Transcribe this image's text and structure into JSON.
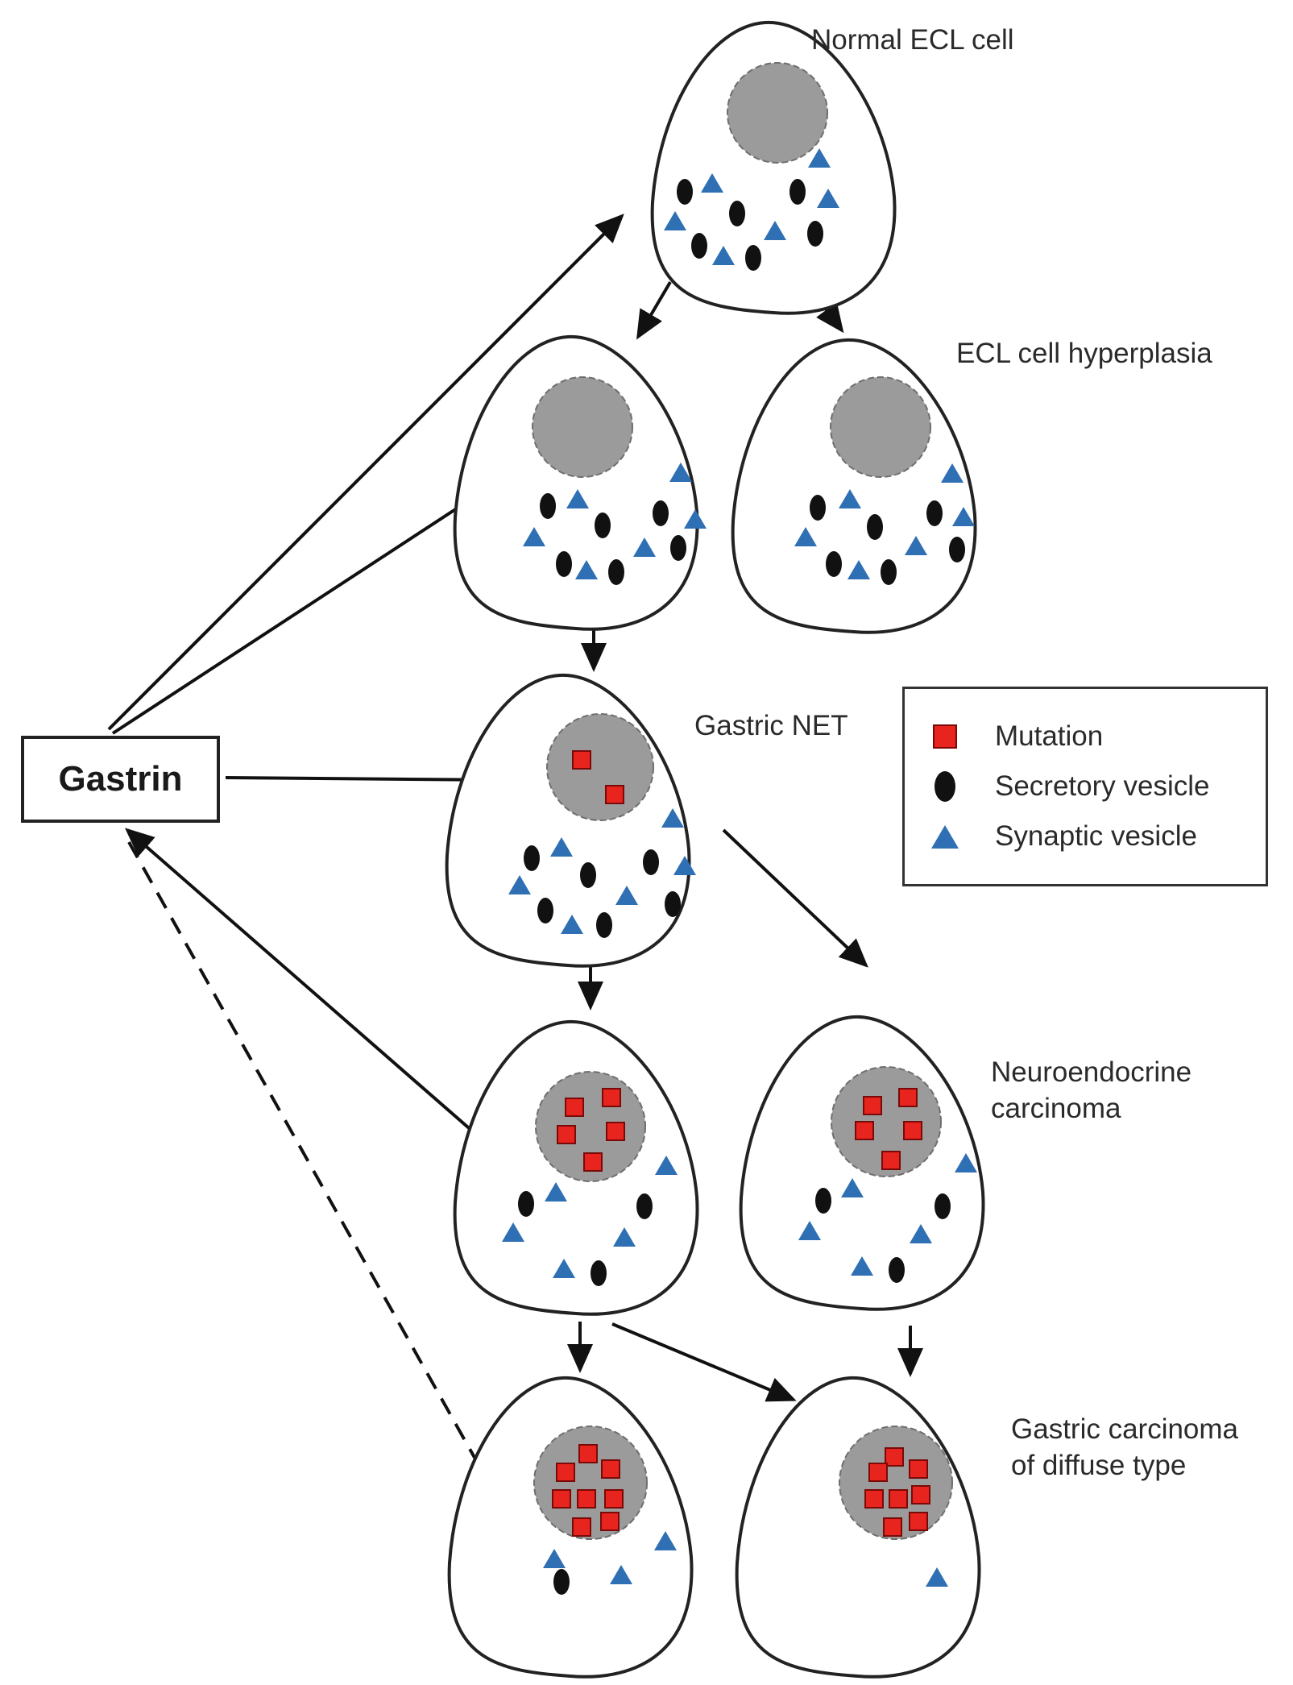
{
  "gastrin": {
    "label": "Gastrin"
  },
  "stages": {
    "normal": "Normal ECL cell",
    "hyperplasia": "ECL cell hyperplasia",
    "net": "Gastric NET",
    "nec_line1": "Neuroendocrine",
    "nec_line2": "carcinoma",
    "diffuse_line1": "Gastric carcinoma",
    "diffuse_line2": "of diffuse type"
  },
  "legend": {
    "items": [
      {
        "symbol": "red-square",
        "label": "Mutation"
      },
      {
        "symbol": "black-ellipse",
        "label": "Secretory vesicle"
      },
      {
        "symbol": "blue-triangle",
        "label": "Synaptic vesicle"
      }
    ]
  },
  "colors": {
    "mutation": "#e8241f",
    "mutation_border": "#7a0a08",
    "secretory": "#111111",
    "synaptic": "#2f6fb3",
    "nucleus": "#9b9b9b",
    "outline": "#222222"
  }
}
